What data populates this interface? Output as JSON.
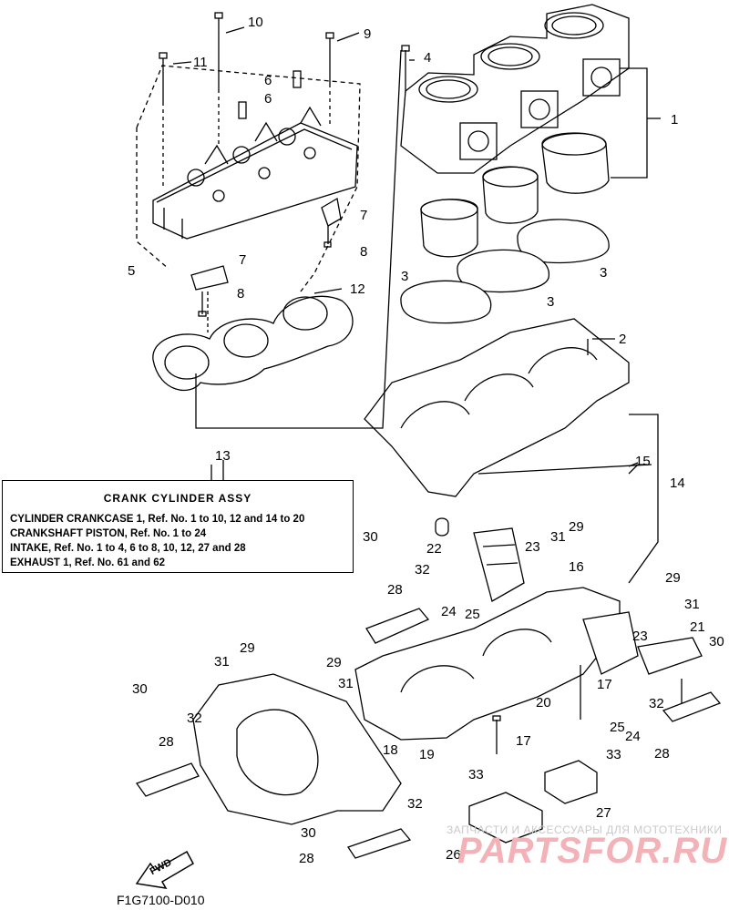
{
  "info_box": {
    "title": "CRANK CYLINDER ASSY",
    "lines": [
      "CYLINDER CRANKCASE 1,  Ref. No. 1 to 10, 12 and 14 to 20",
      "CRANKSHAFT PISTON,  Ref. No. 1 to 24",
      "INTAKE, Ref. No. 1 to 4, 6 to 8, 10, 12, 27 and 28",
      "EXHAUST 1, Ref. No. 61 and 62"
    ]
  },
  "figure_code": "F1G7100-D010",
  "fwd_label": "FWD",
  "watermark": {
    "top": "ЗАПЧАСТИ И АКСЕССУАРЫ ДЛЯ МОТОТЕХНИКИ",
    "logo": "PARTSFOR.RU"
  },
  "callouts": [
    "1",
    "2",
    "3",
    "3",
    "3",
    "4",
    "5",
    "6",
    "6",
    "7",
    "7",
    "8",
    "8",
    "9",
    "10",
    "11",
    "12",
    "13",
    "14",
    "15",
    "16",
    "17",
    "17",
    "18",
    "19",
    "20",
    "21",
    "22",
    "23",
    "23",
    "24",
    "24",
    "25",
    "25",
    "26",
    "27",
    "28",
    "28",
    "28",
    "28",
    "29",
    "29",
    "29",
    "29",
    "30",
    "30",
    "30",
    "30",
    "31",
    "31",
    "31",
    "31",
    "32",
    "32",
    "32",
    "32",
    "33",
    "33"
  ],
  "colors": {
    "ink": "#000000",
    "watermark_logo": "#f3b2b7",
    "watermark_text": "#c9c9c9"
  }
}
